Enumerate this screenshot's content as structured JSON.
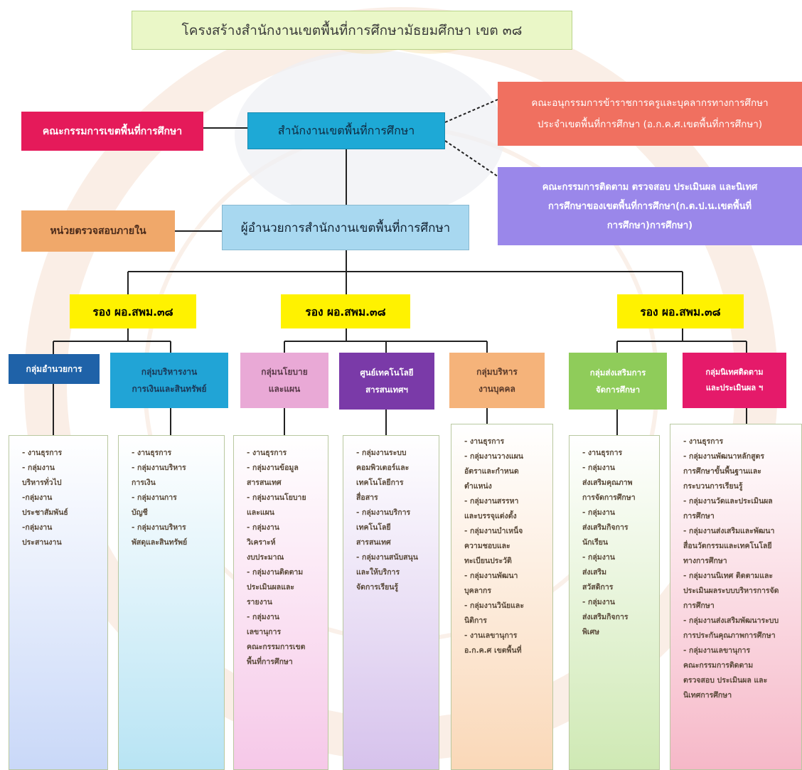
{
  "title": "โครงสร้างสำนักงานเขตพื้นที่การศึกษามัธยมศึกษา เขต ๓๘",
  "board_left": "คณะกรรมการเขตพื้นที่การศึกษา",
  "office": "สำนักงานเขตพื้นที่การศึกษา",
  "committee_top": "คณะอนุกรรมการข้าราชการครูและบุคลากรทางการศึกษา\nประจำเขตพื้นที่การศึกษา (อ.ก.ค.ศ.เขตพื้นที่การศึกษา)",
  "committee_mid": "คณะกรรมการติดตาม ตรวจสอบ ประเมินผล และนิเทศ\nการศึกษาของเขตพื้นที่การศึกษา(ก.ต.ป.น.เขตพื้นที่\nการศึกษา)การศึกษา)",
  "audit_unit": "หน่วยตรวจสอบภายใน",
  "director": "ผู้อำนวยการสำนักงานเขตพื้นที่การศึกษา",
  "deputies": [
    "รอง ผอ.สพม.๓๘",
    "รอง ผอ.สพม.๓๘",
    "รอง ผอ.สพม.๓๘"
  ],
  "groups": [
    {
      "name": "กลุ่มอำนวยการ",
      "color": "#1f62a8",
      "text": "#ffffff",
      "items": [
        "- งานธุรการ",
        "- กลุ่มงาน\nบริหารทั่วไป",
        "-กลุ่มงาน\nประชาสัมพันธ์",
        "-กลุ่มงาน\nประสานงาน"
      ]
    },
    {
      "name": "กลุ่มบริหารงาน\nการเงินและสินทรัพย์",
      "color": "#21a4d6",
      "text": "#1b3a5a",
      "items": [
        "- งานธุรการ",
        "- กลุ่มงานบริหาร\nการเงิน",
        "- กลุ่มงานการ\nบัญชี",
        "- กลุ่มงานบริหาร\nพัสดุและสินทรัพย์"
      ]
    },
    {
      "name": "กลุ่มนโยบาย\nและแผน",
      "color": "#e9a9d6",
      "text": "#5a3a4a",
      "items": [
        "- งานธุรการ",
        "- กลุ่มงานข้อมูล\nสารสนเทศ",
        "- กลุ่มงานนโยบาย\nและแผน",
        "- กลุ่มงาน\nวิเคราะห์\nงบประมาณ",
        "- กลุ่มงานติดตาม\nประเมินผลและ\nรายงาน",
        "- กลุ่มงาน\nเลขานุการ\nคณะกรรมการเขต\nพื้นที่การศึกษา"
      ]
    },
    {
      "name": "ศูนย์เทคโนโลยี\nสารสนเทศฯ",
      "color": "#7a3aa8",
      "text": "#ffffff",
      "items": [
        "- กลุ่มงานระบบ\nคอมพิวเตอร์และ\nเทคโนโลยีการ\nสื่อสาร",
        "- กลุ่มงานบริการ\nเทคโนโลยี\nสารสนเทศ",
        "- กลุ่มงานสนับสนุน\nและให้บริการ\nจัดการเรียนรู้"
      ]
    },
    {
      "name": "กลุ่มบริหาร\nงานบุคคล",
      "color": "#f5b37a",
      "text": "#5a3a2a",
      "items": [
        "- งานธุรการ",
        "- กลุ่มงานวางแผน\nอัตราและกำหนด\nตำแหน่ง",
        "- กลุ่มงานสรรหา\nและบรรจุแต่งตั้ง",
        "- กลุ่มงานบำเหน็จ\nความชอบและ\nทะเบียนประวัติ",
        "- กลุ่มงานพัฒนา\nบุคลากร",
        "- กลุ่มงานวินัยและ\nนิติการ",
        "- งานเลขานุการ\nอ.ก.ค.ศ เขตพื้นที่"
      ]
    },
    {
      "name": "กลุ่มส่งเสริมการ\nจัดการศึกษา",
      "color": "#8fcc5a",
      "text": "#ffffff",
      "items": [
        "- งานธุรการ",
        "- กลุ่มงาน\nส่งเสริมคุณภาพ\nการจัดการศึกษา",
        "- กลุ่มงาน\nส่งเสริมกิจการ\nนักเรียน",
        "- กลุ่มงาน\nส่งเสริม\nสวัสดิการ",
        "- กลุ่มงาน\nส่งเสริมกิจการ\nพิเศษ"
      ]
    },
    {
      "name": "กลุ่มนิเทศติดตาม\nและประเมินผล ฯ",
      "color": "#e51a6a",
      "text": "#ffffff",
      "items": [
        "- งานธุรการ",
        "- กลุ่มงานพัฒนาหลักสูตร\nการศึกษาขั้นพื้นฐานและ\nกระบวนการเรียนรู้",
        "- กลุ่มงานวัดและประเมินผล\nการศึกษา",
        "- กลุ่มงานส่งเสริมและพัฒนา\nสื่อนวัตกรรมและเทคโนโลยี\nทางการศึกษา",
        "- กลุ่มงานนิเทศ ติดตามและ\nประเมินผลระบบบริหารการจัด\nการศึกษา",
        "- กลุ่มงานส่งเสริมพัฒนาระบบ\nการประกันคุณภาพการศึกษา",
        "- กลุ่มงานเลขานุการ\nคณะกรรมการติดตาม\nตรวจสอบ ประเมินผล และ\nนิเทศการศึกษา"
      ]
    }
  ],
  "colors": {
    "title_bg": "#eaf7c7",
    "board_left": "#e51a5a",
    "office": "#1ea9d6",
    "committee_top": "#f07060",
    "committee_mid": "#9a87ea",
    "audit": "#f0a86a",
    "director": "#a8d8f0",
    "deputy": "#fff200"
  }
}
